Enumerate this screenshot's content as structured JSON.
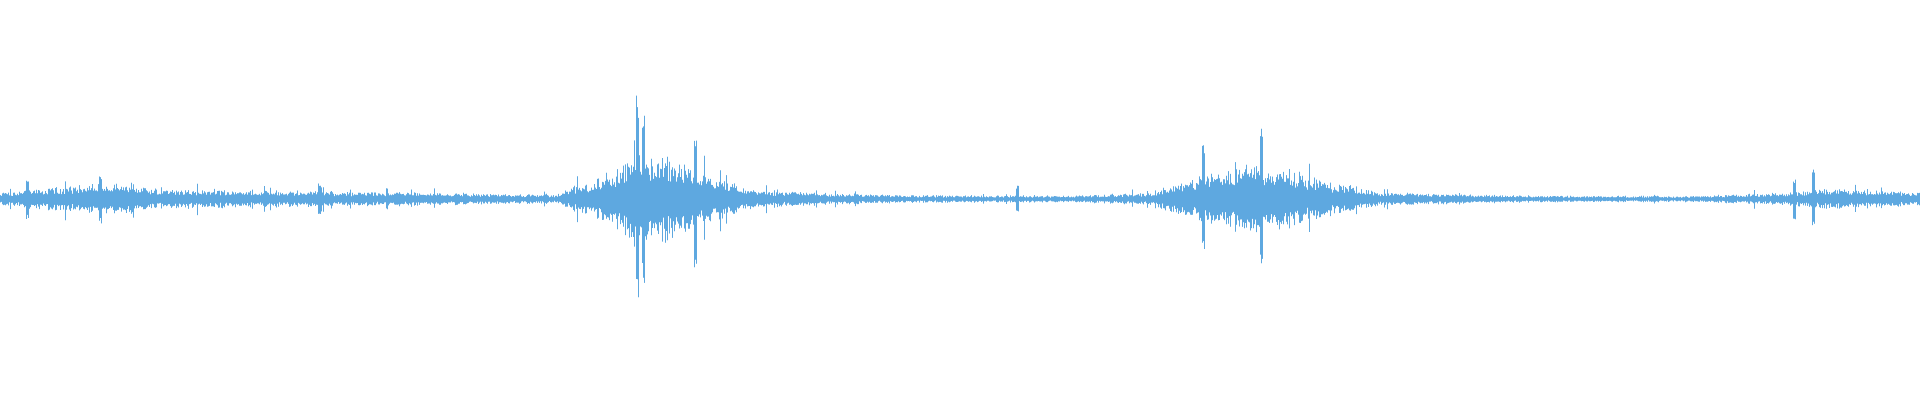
{
  "waveform": {
    "color": "#5ea8e0",
    "background": "#ffffff",
    "sample_count": 1920,
    "seed": 73,
    "base_amplitude": 0.022,
    "envelope": [
      {
        "t": 0.0,
        "a": 0.03
      },
      {
        "t": 0.03,
        "a": 0.055
      },
      {
        "t": 0.055,
        "a": 0.075
      },
      {
        "t": 0.08,
        "a": 0.05
      },
      {
        "t": 0.13,
        "a": 0.04
      },
      {
        "t": 0.23,
        "a": 0.03
      },
      {
        "t": 0.29,
        "a": 0.02
      },
      {
        "t": 0.315,
        "a": 0.11
      },
      {
        "t": 0.332,
        "a": 0.2
      },
      {
        "t": 0.345,
        "a": 0.22
      },
      {
        "t": 0.362,
        "a": 0.13
      },
      {
        "t": 0.395,
        "a": 0.04
      },
      {
        "t": 0.47,
        "a": 0.018
      },
      {
        "t": 0.56,
        "a": 0.016
      },
      {
        "t": 0.6,
        "a": 0.03
      },
      {
        "t": 0.625,
        "a": 0.11
      },
      {
        "t": 0.655,
        "a": 0.17
      },
      {
        "t": 0.69,
        "a": 0.09
      },
      {
        "t": 0.72,
        "a": 0.03
      },
      {
        "t": 0.8,
        "a": 0.016
      },
      {
        "t": 0.88,
        "a": 0.014
      },
      {
        "t": 0.93,
        "a": 0.03
      },
      {
        "t": 0.955,
        "a": 0.05
      },
      {
        "t": 1.0,
        "a": 0.03
      }
    ],
    "spikes": [
      {
        "t": 0.014,
        "a": 0.09
      },
      {
        "t": 0.052,
        "a": 0.11
      },
      {
        "t": 0.166,
        "a": 0.07
      },
      {
        "t": 0.332,
        "a": 0.45
      },
      {
        "t": 0.335,
        "a": 0.37
      },
      {
        "t": 0.362,
        "a": 0.3
      },
      {
        "t": 0.53,
        "a": 0.06
      },
      {
        "t": 0.627,
        "a": 0.24
      },
      {
        "t": 0.657,
        "a": 0.31
      },
      {
        "t": 0.935,
        "a": 0.09
      },
      {
        "t": 0.945,
        "a": 0.13
      }
    ]
  }
}
